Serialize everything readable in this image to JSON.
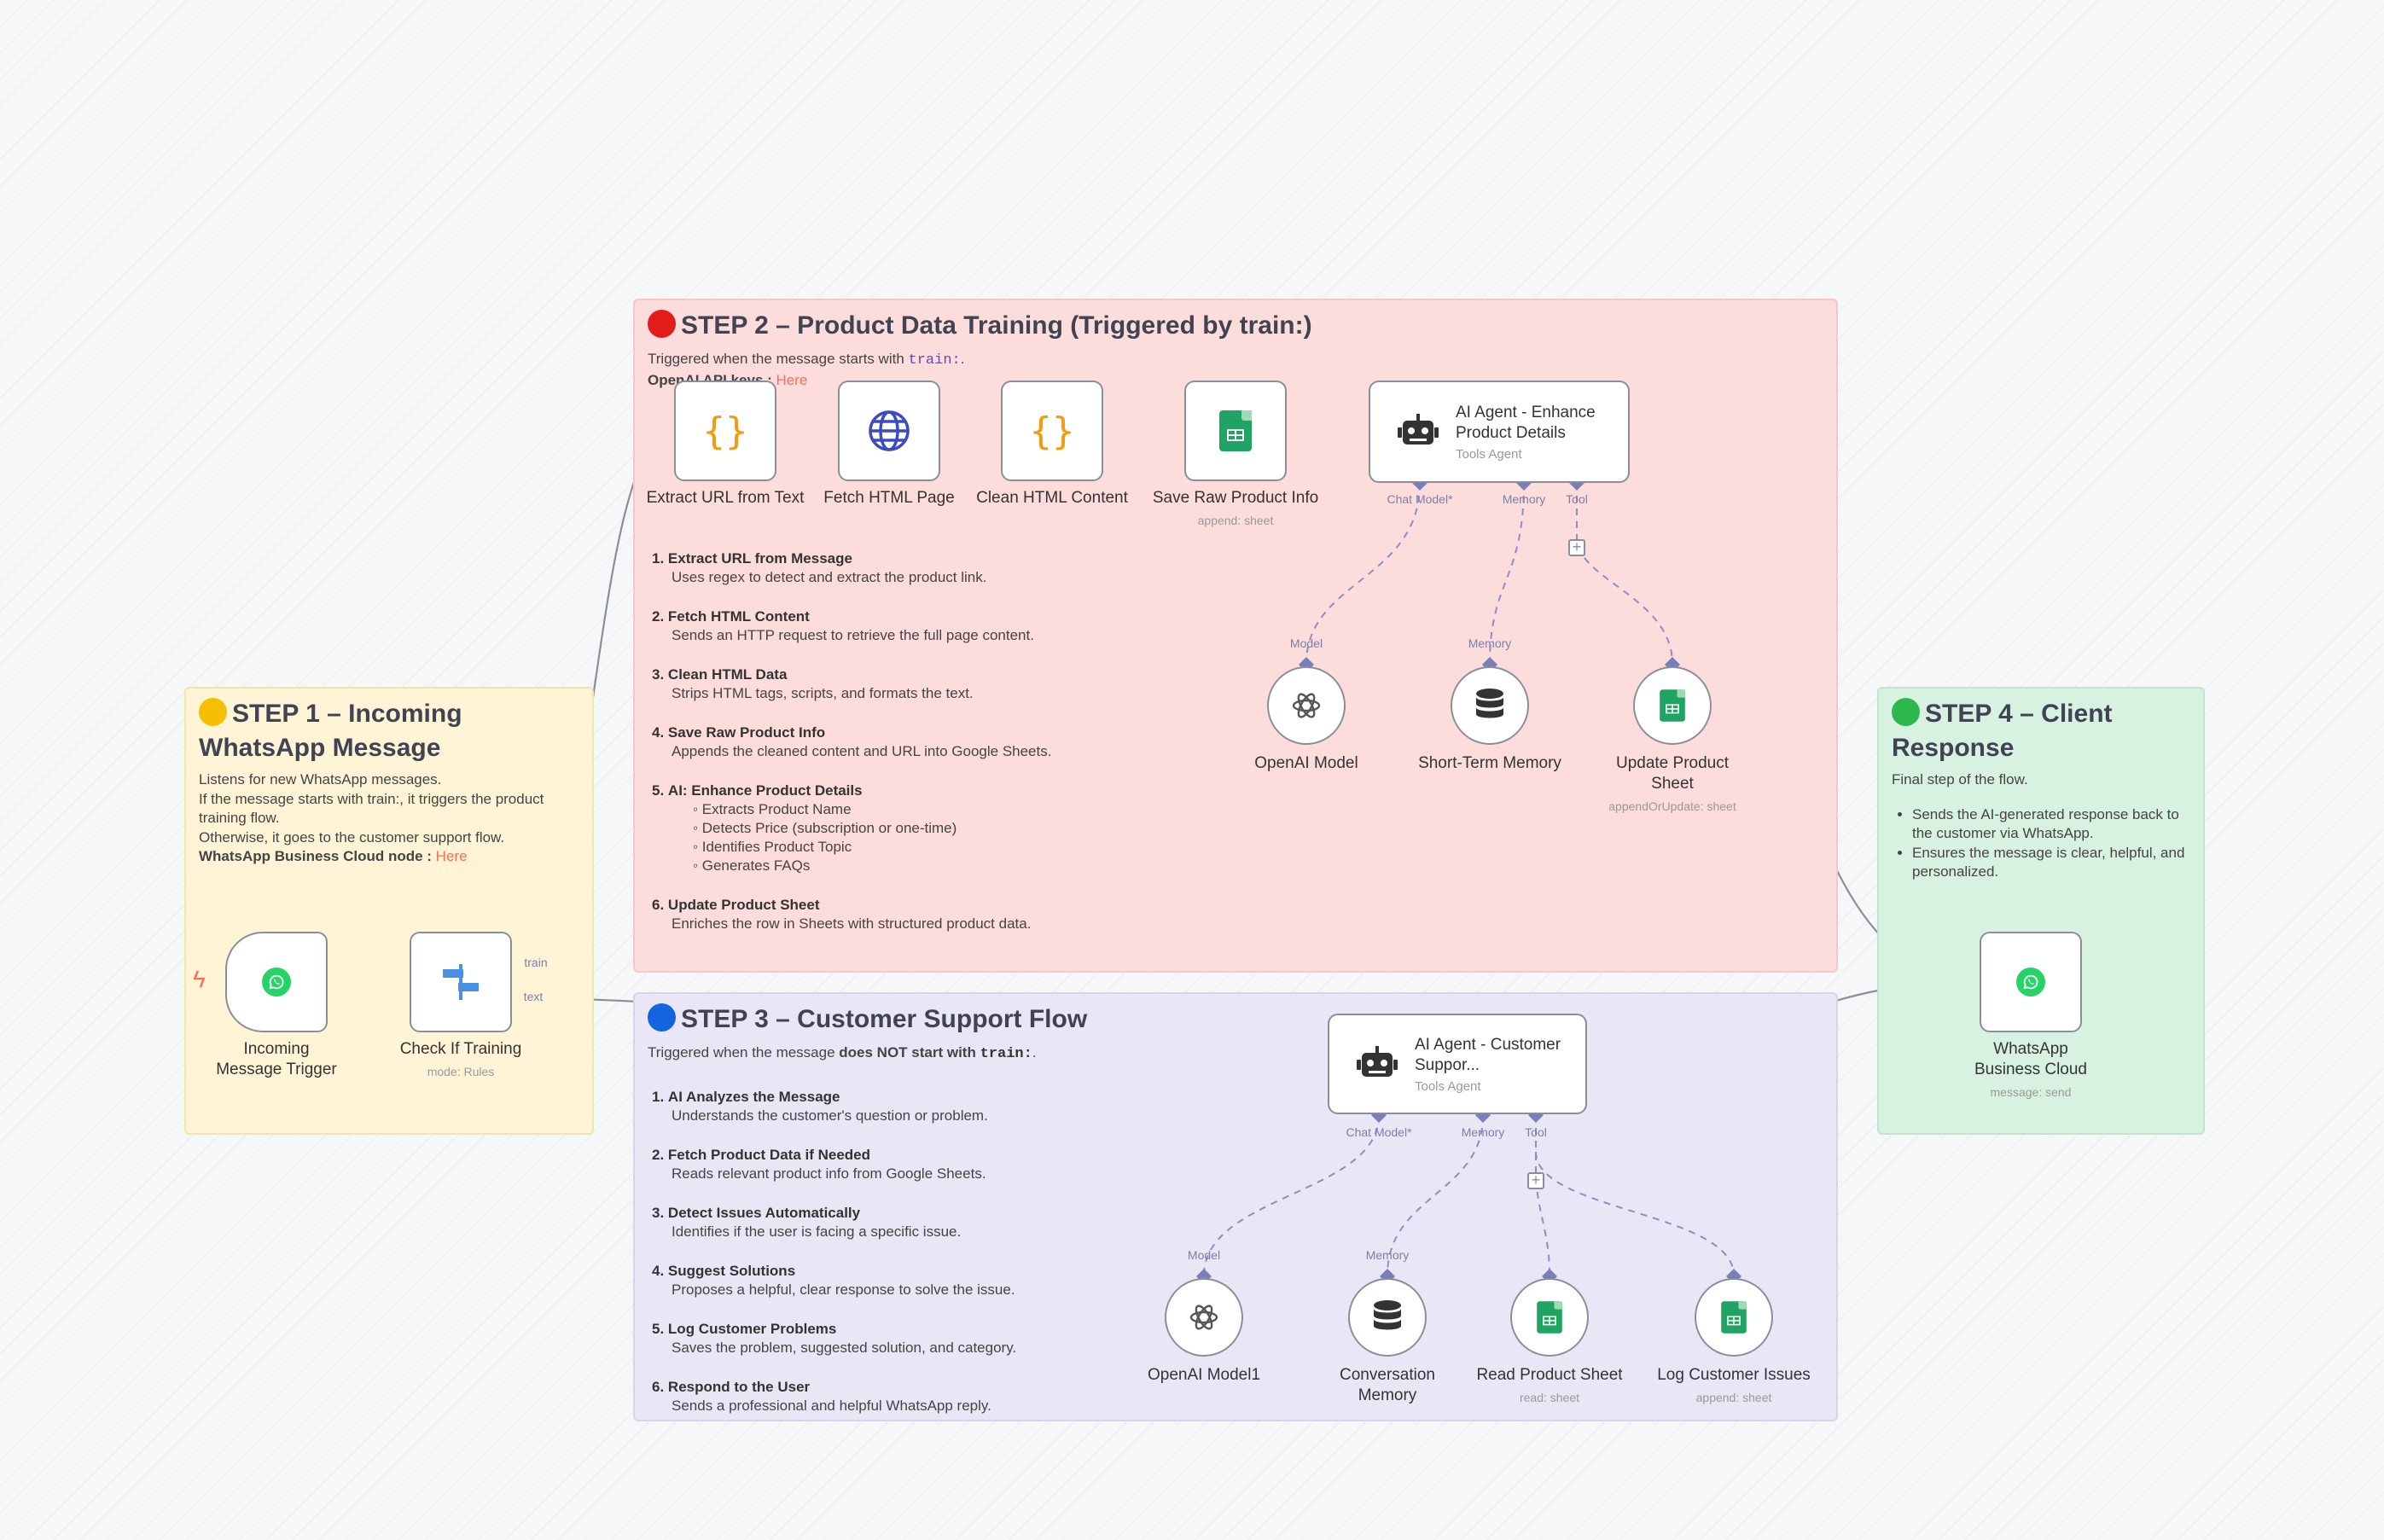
{
  "step1": {
    "title": "STEP 1 – Incoming WhatsApp Message",
    "dot_color": "#f6c000",
    "lines": [
      "Listens for new WhatsApp messages.",
      "If the message starts with train:, it triggers the product training flow.",
      "Otherwise, it goes to the customer support flow."
    ],
    "node_label": "WhatsApp Business Cloud node : ",
    "link": "Here"
  },
  "step2": {
    "title": "STEP 2 – Product Data Training (Triggered by train:)",
    "dot_color": "#e31b1b",
    "desc_prefix": "Triggered when the message starts with ",
    "desc_code": "train:",
    "desc_suffix": ".",
    "keys_label": "OpenAI API keys : ",
    "link": "Here",
    "list": [
      {
        "n": "1.",
        "title": "Extract URL from Message",
        "desc": "Uses regex to detect and extract the product link."
      },
      {
        "n": "2.",
        "title": "Fetch HTML Content",
        "desc": "Sends an HTTP request to retrieve the full page content."
      },
      {
        "n": "3.",
        "title": "Clean HTML Data",
        "desc": "Strips HTML tags, scripts, and formats the text."
      },
      {
        "n": "4.",
        "title": "Save Raw Product Info",
        "desc": "Appends the cleaned content and URL into Google Sheets."
      },
      {
        "n": "5.",
        "title": "AI: Enhance Product Details",
        "subs": [
          "Extracts Product Name",
          "Detects Price (subscription or one-time)",
          "Identifies Product Topic",
          "Generates FAQs"
        ]
      },
      {
        "n": "6.",
        "title": "Update Product Sheet",
        "desc": "Enriches the row in Sheets with structured product data."
      }
    ]
  },
  "step3": {
    "title": "STEP 3 – Customer Support Flow",
    "dot_color": "#1463e0",
    "desc_prefix": "Triggered when the message ",
    "desc_bold": "does NOT start with",
    "desc_code": "train:",
    "desc_suffix": ".",
    "list": [
      {
        "n": "1.",
        "title": "AI Analyzes the Message",
        "desc": "Understands the customer's question or problem."
      },
      {
        "n": "2.",
        "title": "Fetch Product Data if Needed",
        "desc": "Reads relevant product info from Google Sheets."
      },
      {
        "n": "3.",
        "title": "Detect Issues Automatically",
        "desc": "Identifies if the user is facing a specific issue."
      },
      {
        "n": "4.",
        "title": "Suggest Solutions",
        "desc": "Proposes a helpful, clear response to solve the issue."
      },
      {
        "n": "5.",
        "title": "Log Customer Problems",
        "desc": "Saves the problem, suggested solution, and category."
      },
      {
        "n": "6.",
        "title": "Respond to the User",
        "desc": "Sends a professional and helpful WhatsApp reply."
      }
    ]
  },
  "step4": {
    "title": "STEP 4 – Client Response",
    "dot_color": "#2db84d",
    "desc": "Final step of the flow.",
    "bullets": [
      "Sends the AI-generated response back to the customer via WhatsApp.",
      "Ensures the message is clear, helpful, and personalized."
    ]
  },
  "nodes": {
    "incoming": {
      "label": "Incoming Message Trigger"
    },
    "check": {
      "label": "Check If Training",
      "sub": "mode: Rules",
      "out_train": "train",
      "out_text": "text"
    },
    "extract": {
      "label": "Extract URL from Text"
    },
    "fetch": {
      "label": "Fetch HTML Page"
    },
    "clean": {
      "label": "Clean HTML Content"
    },
    "save": {
      "label": "Save Raw Product Info",
      "sub": "append: sheet"
    },
    "agent1": {
      "title": "AI Agent - Enhance Product Details",
      "sub": "Tools Agent",
      "port_chat": "Chat Model*",
      "port_memory": "Memory",
      "port_tool": "Tool"
    },
    "openai1": {
      "label": "OpenAI Model",
      "port": "Model"
    },
    "memory1": {
      "label": "Short-Term Memory",
      "port": "Memory"
    },
    "update": {
      "label": "Update Product Sheet",
      "sub": "appendOrUpdate: sheet"
    },
    "agent2": {
      "title": "AI Agent - Customer Suppor...",
      "sub": "Tools Agent",
      "port_chat": "Chat Model*",
      "port_memory": "Memory",
      "port_tool": "Tool"
    },
    "openai2": {
      "label": "OpenAI Model1",
      "port": "Model"
    },
    "memory2": {
      "label": "Conversation Memory",
      "port": "Memory"
    },
    "read": {
      "label": "Read Product Sheet",
      "sub": "read: sheet"
    },
    "log": {
      "label": "Log Customer Issues",
      "sub": "append: sheet"
    },
    "whatsapp": {
      "label": "WhatsApp Business Cloud",
      "sub": "message: send"
    }
  },
  "colors": {
    "step1_bg": "#fff5d6",
    "step2_bg": "#fddcdc",
    "step3_bg": "#e9e7f5",
    "step4_bg": "#d8f2e2",
    "accent_link": "#ff6d5a",
    "code_text": "#5b4bc4"
  },
  "icons": {
    "trigger": "whatsapp-icon",
    "switch": "switch-icon",
    "code": "braces-icon",
    "http": "globe-icon",
    "sheets": "google-sheets-icon",
    "agent": "robot-icon",
    "openai": "openai-icon",
    "memory": "database-icon"
  }
}
